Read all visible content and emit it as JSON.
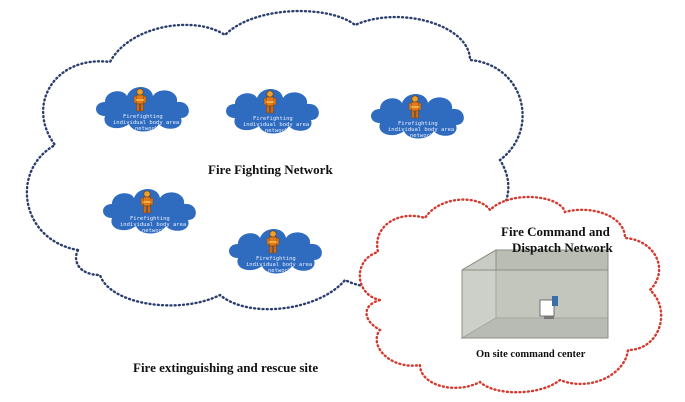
{
  "network_label": "Fire Fighting Network",
  "site_label": "Fire extinguishing and rescue site",
  "command_network_label_line1": "Fire Command  and",
  "command_network_label_line2": "Dispatch Network",
  "command_center_label": "On site command center",
  "body_area_networks": [
    {
      "line1": "Firefighting",
      "line2": "individual body area",
      "line3": "network"
    },
    {
      "line1": "Firefighting",
      "line2": "individual body area",
      "line3": "network"
    },
    {
      "line1": "Firefighting",
      "line2": "individual body area",
      "line3": "network"
    },
    {
      "line1": "Firefighting",
      "line2": "individual body area",
      "line3": "network"
    },
    {
      "line1": "Firefighting",
      "line2": "individual body area",
      "line3": "network"
    }
  ],
  "colors": {
    "network_cloud_outline": "#2c3e6e",
    "command_cloud_outline": "#d43a2f",
    "ban_cloud_fill": "#2f6cc0",
    "firefighter": "#e07a1c"
  },
  "icons": [
    "firefighter-icon",
    "command-room-icon"
  ]
}
